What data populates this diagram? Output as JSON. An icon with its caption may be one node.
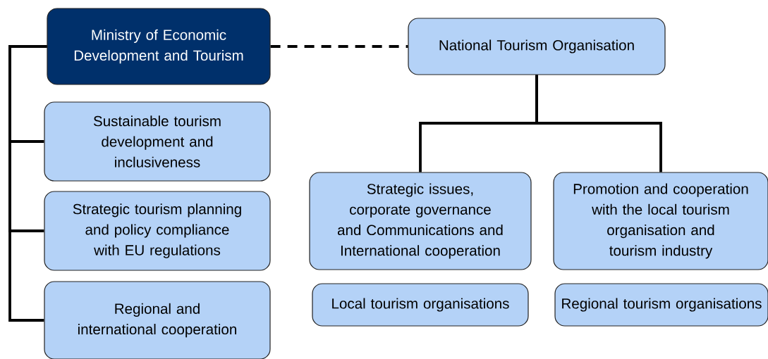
{
  "diagram": {
    "nodes": [
      {
        "text": [
          "Ministry of Economic Development and Tourism"
        ]
      },
      {
        "text": [
          "National Tourism Organisation"
        ]
      },
      {
        "text": [
          "Sustainable tourism development and inclusiveness"
        ]
      },
      {
        "text": [
          "Strategic tourism planning and policy compliance with EU regulations"
        ]
      },
      {
        "text": [
          "Regional and international cooperation"
        ]
      },
      {
        "text": [
          "Strategic issues, corporate governance and Communications and International cooperation"
        ]
      },
      {
        "text": [
          "Promotion and cooperation with the local tourism organisation and tourism industry"
        ]
      },
      {
        "text": [
          "Local tourism organisations"
        ]
      },
      {
        "text": [
          "Regional tourism organisations"
        ]
      }
    ],
    "edges": [
      {
        "from": 0,
        "to": 1,
        "arrow": "none",
        "style": "dashed"
      },
      {
        "from": 0,
        "to": 2,
        "arrow": "none"
      },
      {
        "from": 0,
        "to": 3,
        "arrow": "none"
      },
      {
        "from": 0,
        "to": 4,
        "arrow": "none"
      },
      {
        "from": 1,
        "to": 5,
        "arrow": "none"
      },
      {
        "from": 1,
        "to": 6,
        "arrow": "none"
      }
    ]
  }
}
